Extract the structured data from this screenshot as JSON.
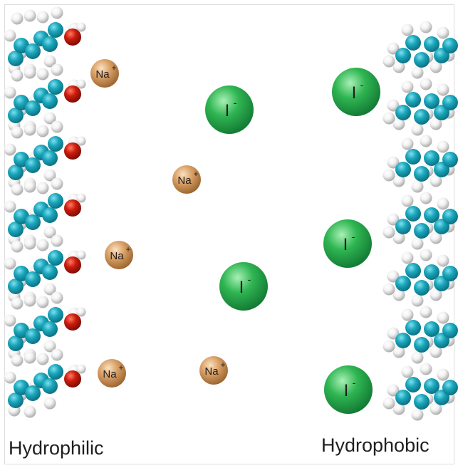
{
  "labels": {
    "left": "Hydrophilic",
    "right": "Hydrophobic"
  },
  "ions": {
    "sodium": {
      "element": "Na",
      "charge": "+"
    },
    "iodide": {
      "element": "I",
      "charge": "-"
    }
  },
  "colors": {
    "carbon": "#1aa6bc",
    "hydrogen": "#f2f2f2",
    "oxygen": "#cc1b0d",
    "sodium": "#d9a066",
    "iodide": "#2fb552",
    "frame": "#dcdcdc"
  },
  "counts": {
    "hydrophilic_chains": 7,
    "hydrophobic_chains": 7,
    "sodium_ions": 5,
    "iodide_ions": 5
  }
}
